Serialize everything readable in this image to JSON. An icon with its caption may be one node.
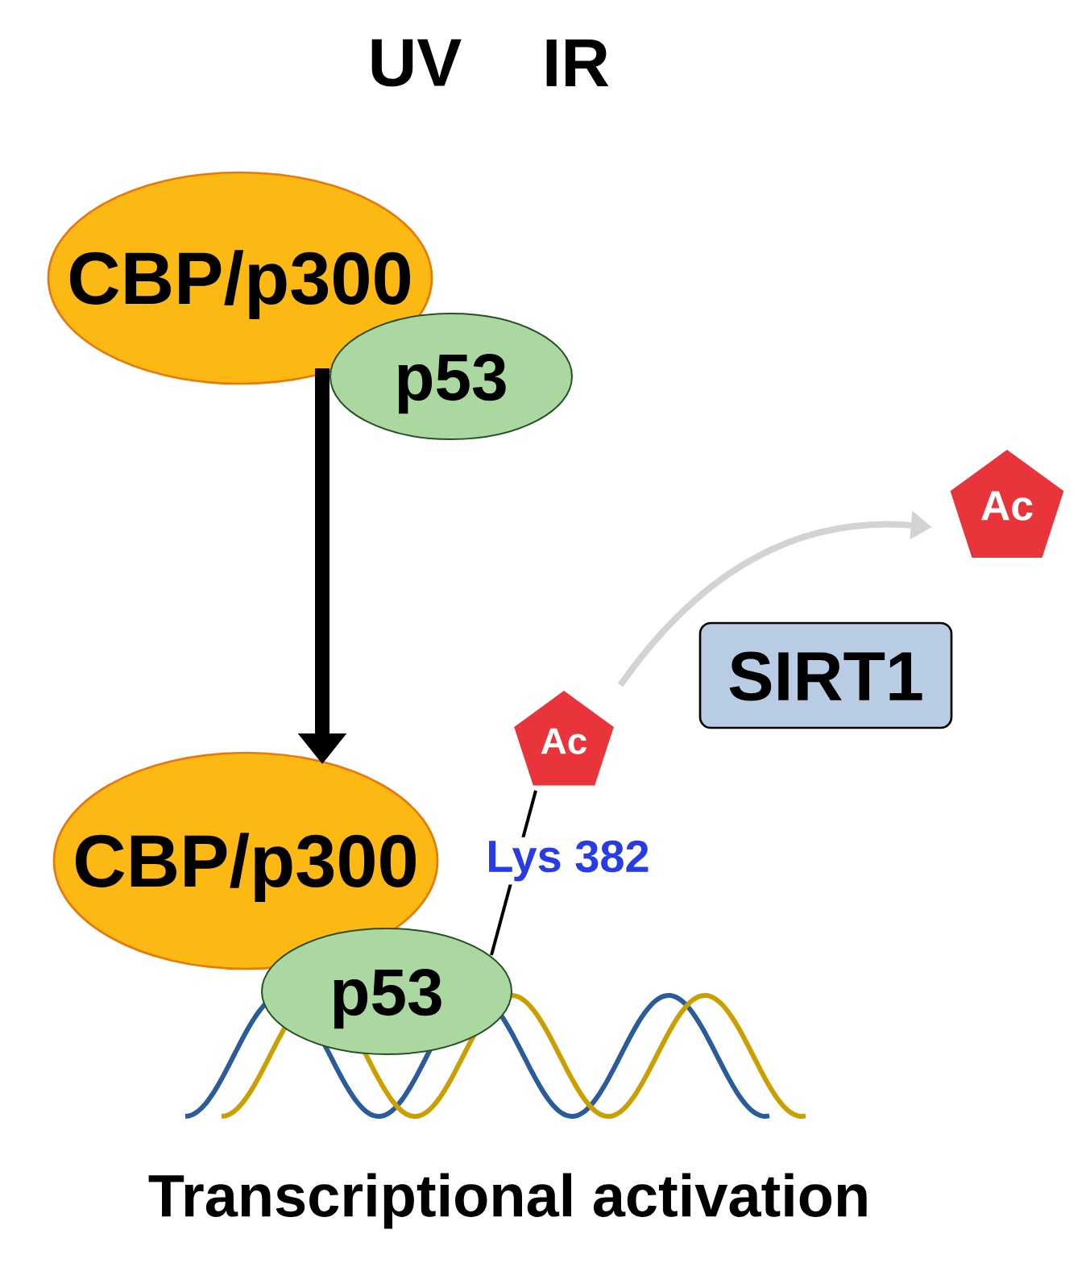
{
  "diagram": {
    "nodes": [
      {
        "text": [
          "CBP/p300"
        ]
      },
      {
        "text": [
          "p53"
        ]
      },
      {
        "text": [
          "Ac"
        ]
      },
      {
        "text": [
          "SIRT1"
        ]
      },
      {
        "text": [
          "Ac"
        ]
      },
      {
        "text": [
          "CBP/p300"
        ]
      },
      {
        "text": [
          "p53"
        ]
      }
    ],
    "edges": [
      {
        "from": 0,
        "to": 5,
        "arrow": "to",
        "style": "thick"
      },
      {
        "from": 4,
        "to": 2,
        "arrow": "to",
        "color": "#d3d3d3"
      },
      {
        "from": 4,
        "to": 6,
        "arrow": "none",
        "label": "Lys 382"
      }
    ],
    "labels": [
      "UV",
      "IR",
      "Transcriptional activation"
    ]
  }
}
